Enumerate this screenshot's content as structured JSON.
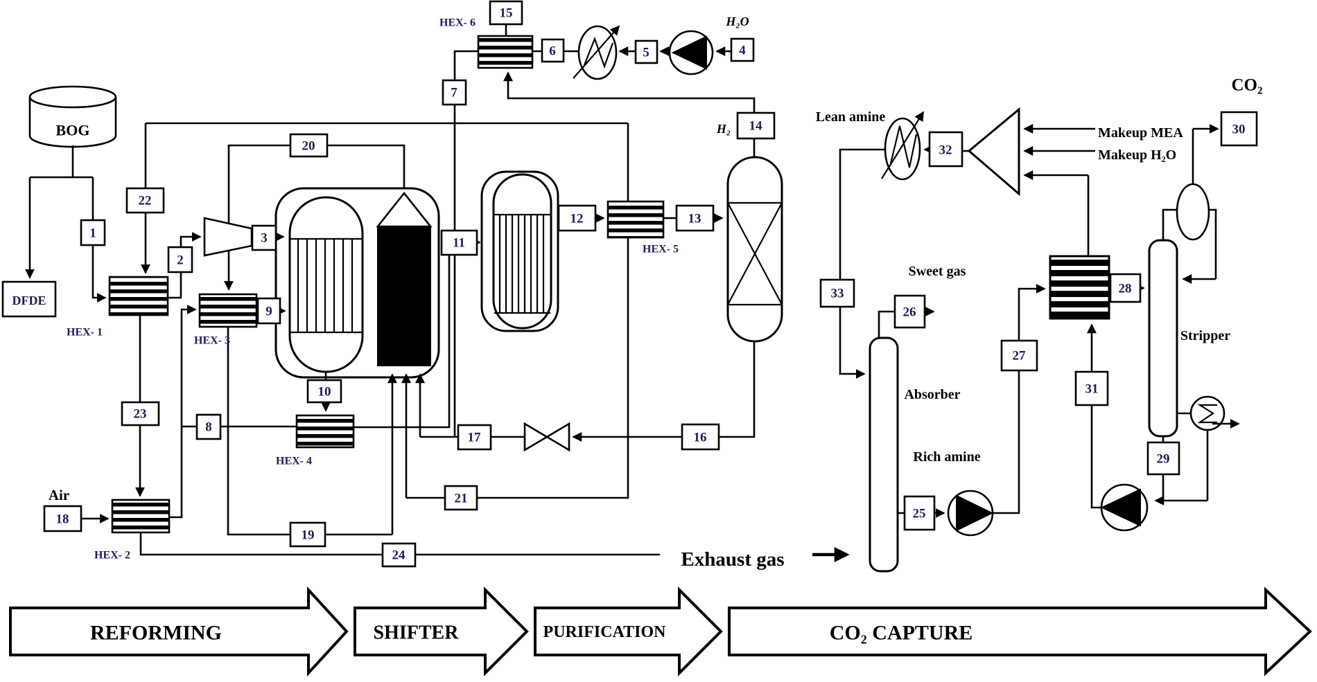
{
  "streams": {
    "1": "1",
    "2": "2",
    "3": "3",
    "4": "4",
    "5": "5",
    "6": "6",
    "7": "7",
    "8": "8",
    "9": "9",
    "10": "10",
    "11": "11",
    "12": "12",
    "13": "13",
    "14": "14",
    "15": "15",
    "16": "16",
    "17": "17",
    "18": "18",
    "19": "19",
    "20": "20",
    "21": "21",
    "22": "22",
    "23": "23",
    "24": "24",
    "25": "25",
    "26": "26",
    "27": "27",
    "28": "28",
    "29": "29",
    "30": "30",
    "31": "31",
    "32": "32",
    "33": "33"
  },
  "equipment": {
    "hex1": "HEX- 1",
    "hex2": "HEX- 2",
    "hex3": "HEX- 3",
    "hex4": "HEX- 4",
    "hex5": "HEX- 5",
    "hex6": "HEX- 6",
    "bog": "BOG",
    "dfde": "DFDE",
    "absorber": "Absorber",
    "stripper": "Stripper"
  },
  "labels": {
    "air": "Air",
    "h2o": "H₂O",
    "h2": "H₂",
    "co2": "CO₂",
    "lean_amine": "Lean amine",
    "sweet_gas": "Sweet gas",
    "rich_amine": "Rich amine",
    "exhaust_gas": "Exhaust gas",
    "makeup_mea": "Makeup MEA",
    "makeup_h2o": "Makeup H₂O"
  },
  "sections": {
    "reforming": "REFORMING",
    "shifter": "SHIFTER",
    "purification": "PURIFICATION",
    "co2_capture": "CO₂ CAPTURE"
  },
  "colors": {
    "pipe_line": "#000000",
    "background": "#ffffff",
    "stream_number_text": "#1c1c50",
    "label_text": "#000000"
  }
}
